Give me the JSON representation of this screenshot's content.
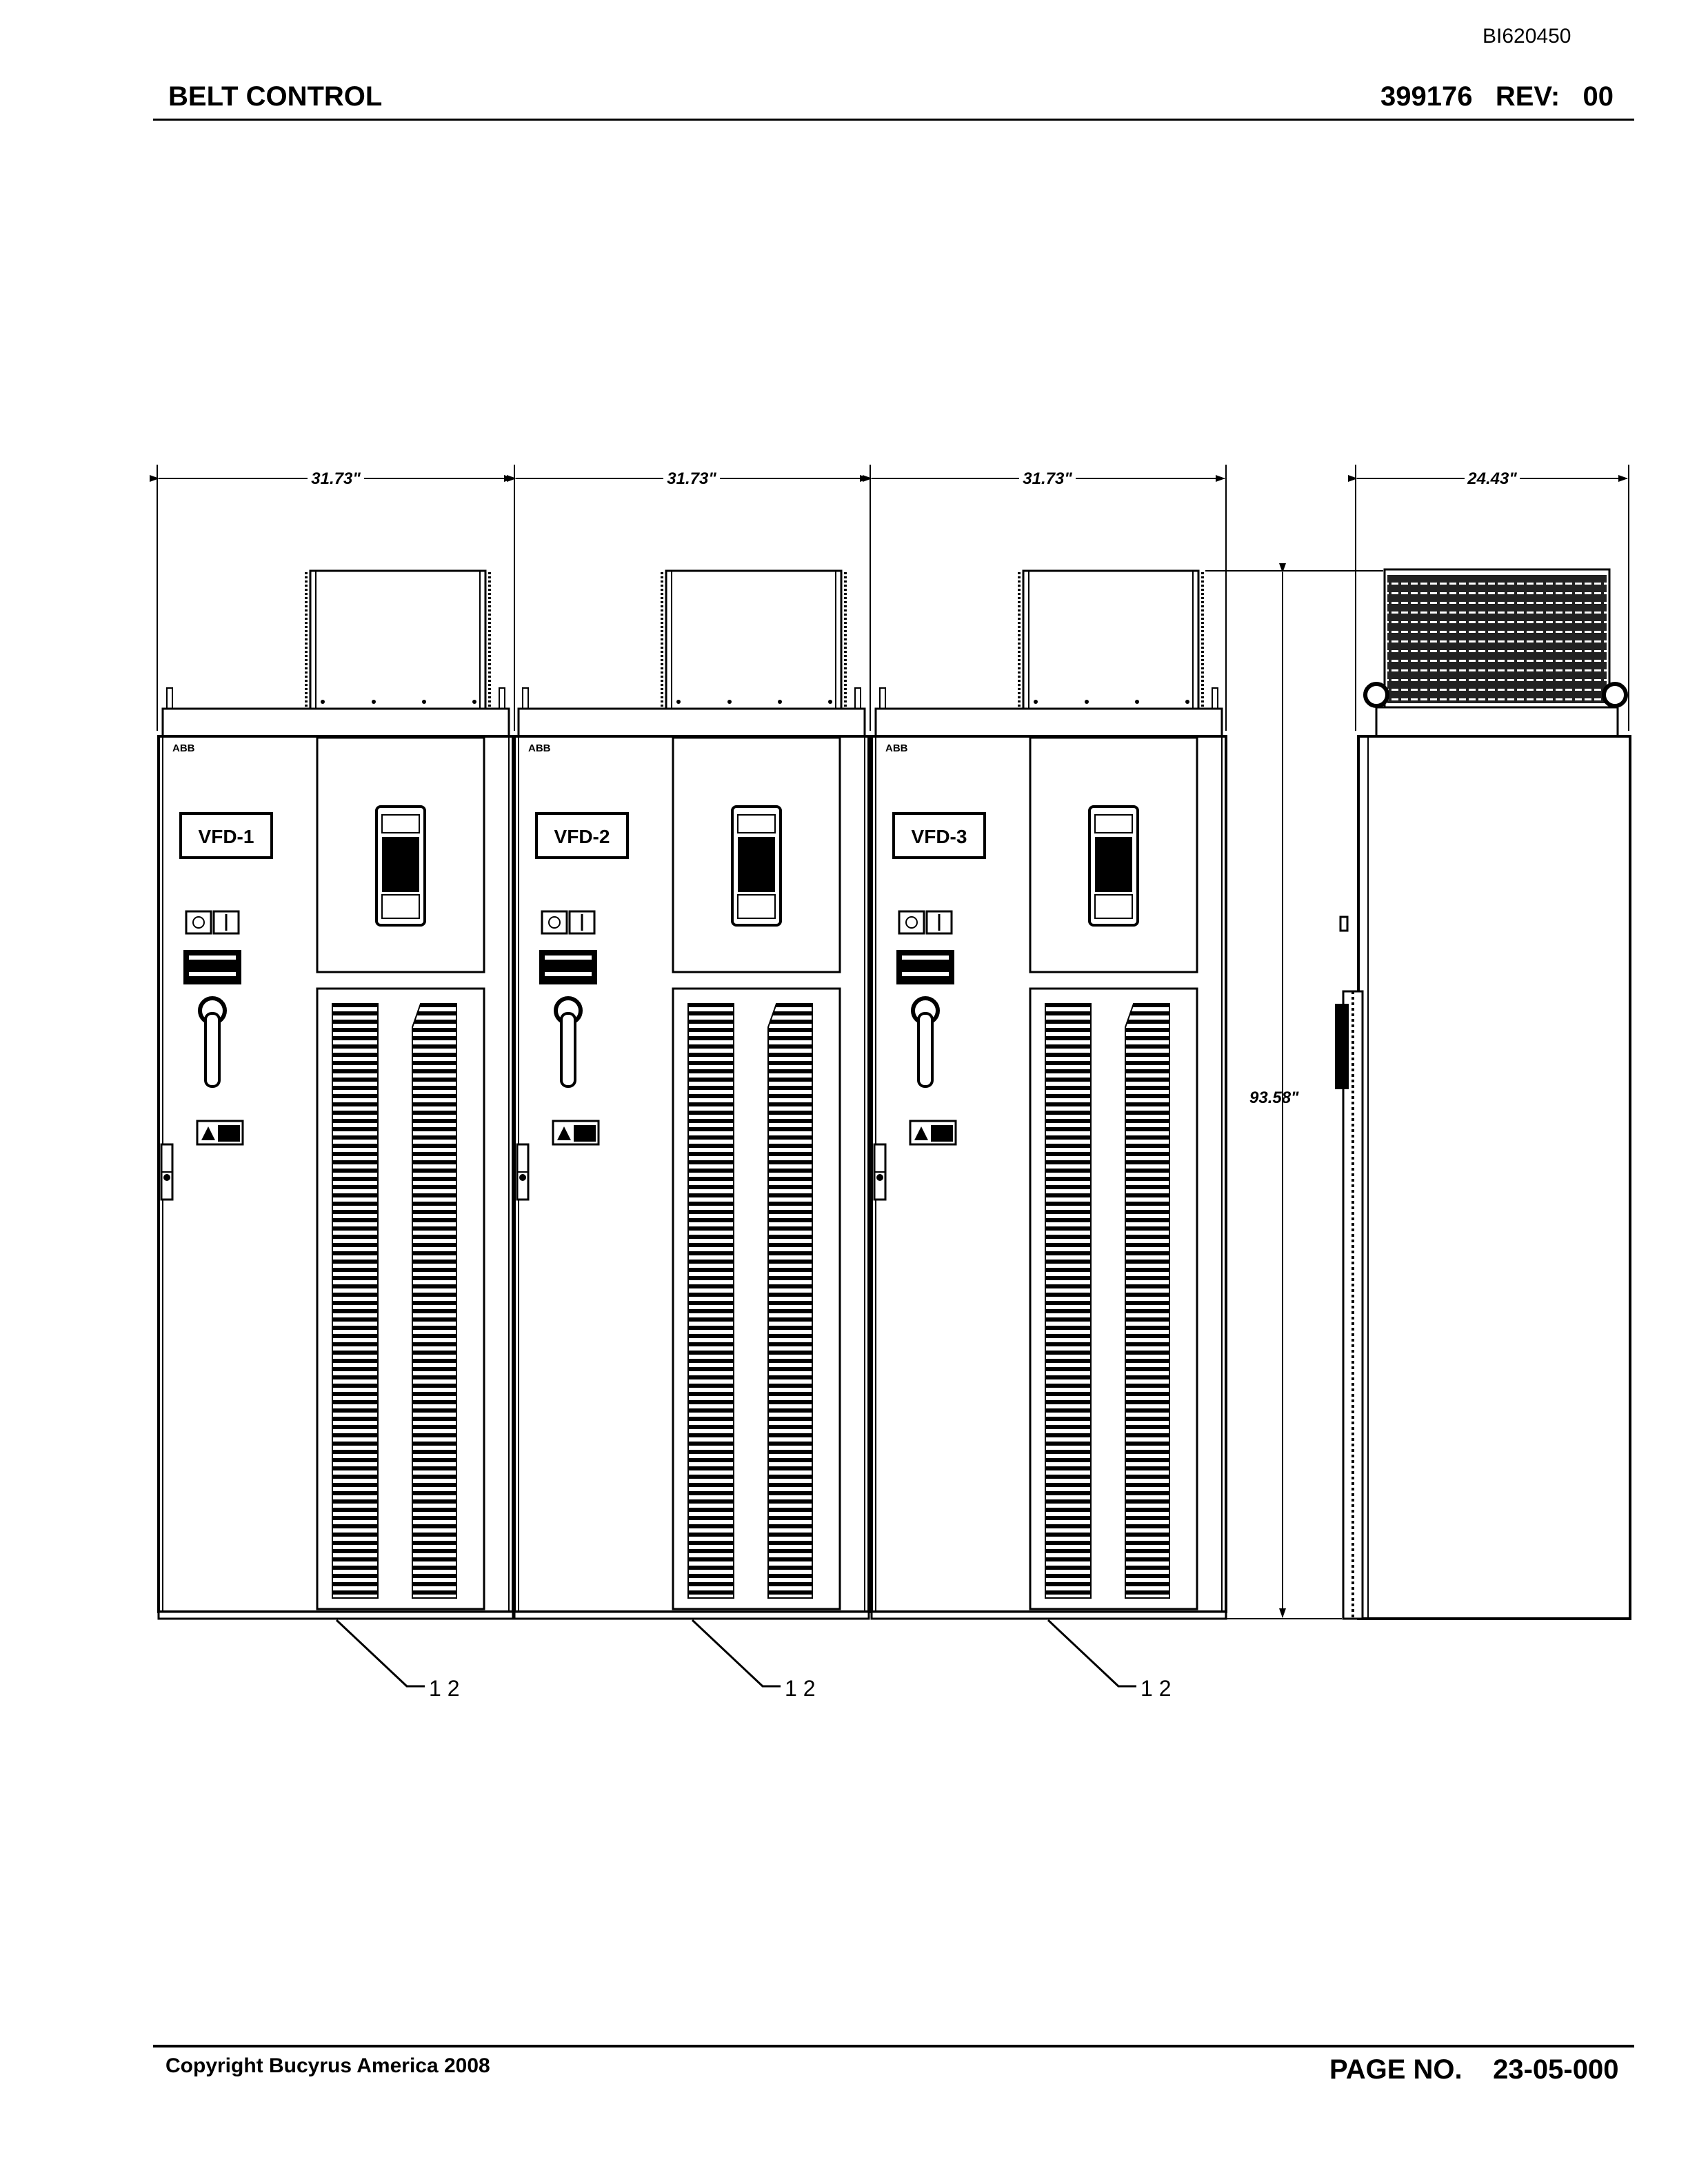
{
  "header": {
    "doc_id": "BI620450",
    "title": "BELT CONTROL",
    "drawing_number": "399176",
    "rev_label": "REV:",
    "rev_value": "00"
  },
  "drawing": {
    "cabinets": [
      {
        "label": "VFD-1",
        "width_dim": "31.73\"",
        "logo": "ABB",
        "callout": "1 2"
      },
      {
        "label": "VFD-2",
        "width_dim": "31.73\"",
        "logo": "ABB",
        "callout": "1 2"
      },
      {
        "label": "VFD-3",
        "width_dim": "31.73\"",
        "logo": "ABB",
        "callout": "1 2"
      }
    ],
    "side_view_width_dim": "24.43\"",
    "height_dim": "93.58\""
  },
  "footer": {
    "copyright": "Copyright Bucyrus America 2008",
    "page_label": "PAGE NO.",
    "page_number": "23-05-000"
  }
}
